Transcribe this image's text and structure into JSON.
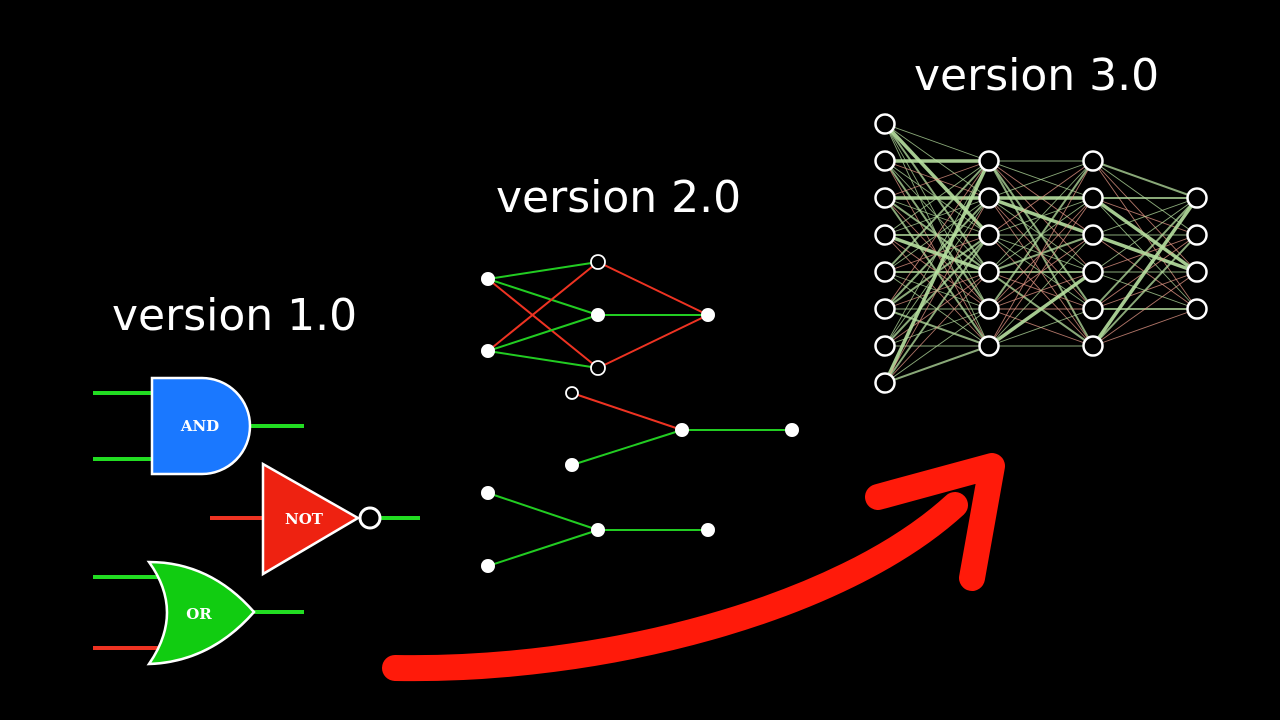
{
  "versions": {
    "v1": "version 1.0",
    "v2": "version 2.0",
    "v3": "version 3.0"
  },
  "gates": {
    "and": "AND",
    "not": "NOT",
    "or": "OR"
  },
  "colors": {
    "background": "#000000",
    "signal_on": "#22dd22",
    "signal_off": "#ee3322",
    "and_fill": "#1a78ff",
    "not_fill": "#ee2211",
    "or_fill": "#11cc11",
    "arrow": "#ff1a0a",
    "weight_pos": "#b7e0a0",
    "weight_neg": "#e89a88"
  },
  "network_v3": {
    "layers": [
      8,
      6,
      6,
      4
    ]
  }
}
